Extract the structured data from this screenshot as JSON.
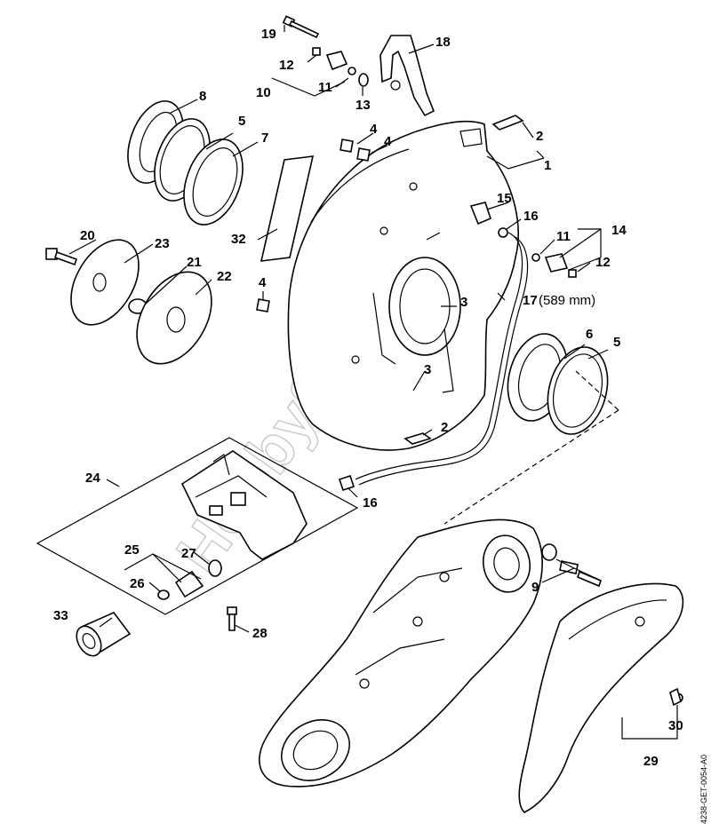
{
  "watermark": "HobbyStore.it",
  "drawing_code": "4238-GET-0054-A0",
  "callouts": {
    "c1": "1",
    "c2a": "2",
    "c2b": "2",
    "c3a": "3",
    "c3b": "3",
    "c4a": "4",
    "c4b": "4",
    "c4c": "4",
    "c5a": "5",
    "c5b": "5",
    "c6": "6",
    "c7": "7",
    "c8": "8",
    "c9": "9",
    "c10": "10",
    "c11a": "11",
    "c11b": "11",
    "c12a": "12",
    "c12b": "12",
    "c13": "13",
    "c14": "14",
    "c15": "15",
    "c16a": "16",
    "c16b": "16",
    "c17": "17",
    "c17_length": "(589 mm)",
    "c18": "18",
    "c19": "19",
    "c20": "20",
    "c21": "21",
    "c22": "22",
    "c23": "23",
    "c24": "24",
    "c25": "25",
    "c26": "26",
    "c27": "27",
    "c28": "28",
    "c29": "29",
    "c30": "30",
    "c32": "32",
    "c33": "33"
  }
}
